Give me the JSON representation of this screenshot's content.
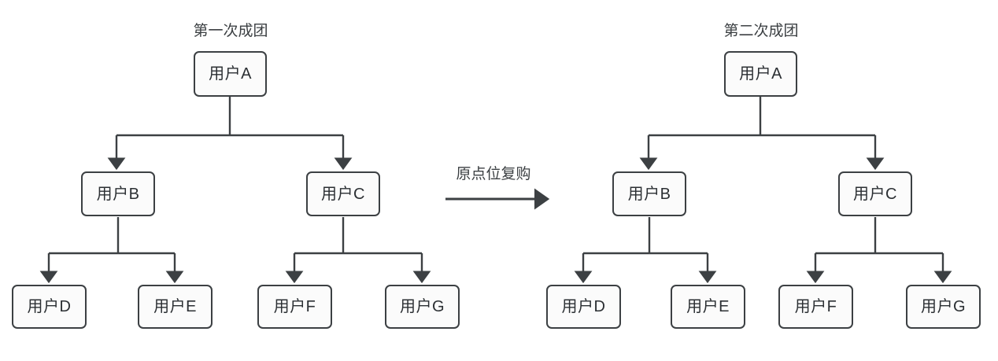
{
  "diagram": {
    "type": "tree-comparison",
    "background_color": "#ffffff",
    "node_fill_color": "#fbfbfb",
    "node_border_color": "#3c4043",
    "connector_color": "#3c4043",
    "text_color": "#2b2f33"
  },
  "left_tree": {
    "title": "第一次成团",
    "nodes": {
      "root": "用户A",
      "b": "用户B",
      "c": "用户C",
      "d": "用户D",
      "e": "用户E",
      "f": "用户F",
      "g": "用户G"
    }
  },
  "transition": {
    "label": "原点位复购",
    "arrow_icon": "right-arrow-icon"
  },
  "right_tree": {
    "title": "第二次成团",
    "nodes": {
      "root": "用户A",
      "b": "用户B",
      "c": "用户C",
      "d": "用户D",
      "e": "用户E",
      "f": "用户F",
      "g": "用户G"
    }
  }
}
